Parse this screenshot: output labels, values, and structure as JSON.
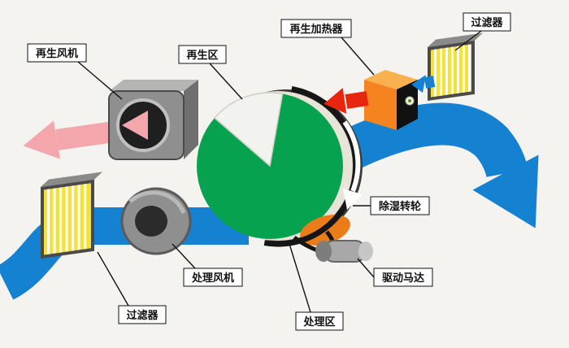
{
  "diagram": {
    "title": "desiccant-wheel-dehumidifier-schematic",
    "labels": {
      "regen_fan": "再生风机",
      "regen_zone": "再生区",
      "regen_heater": "再生加热器",
      "filter_top": "过滤器",
      "wheel": "除湿转轮",
      "drive_motor": "驱动马达",
      "process_fan": "处理风机",
      "process_zone": "处理区",
      "filter_bottom": "过滤器"
    },
    "colors": {
      "process_air_blue": "#1581d1",
      "regen_exhaust_pink": "#f4a6ad",
      "heated_air_red": "#e8250e",
      "wheel_green": "#07a24f",
      "heater_orange": "#f5831f",
      "filter_yellow": "#f3e23a",
      "metal_gray": "#8f8f8f",
      "background": "#f4f3ef"
    }
  }
}
